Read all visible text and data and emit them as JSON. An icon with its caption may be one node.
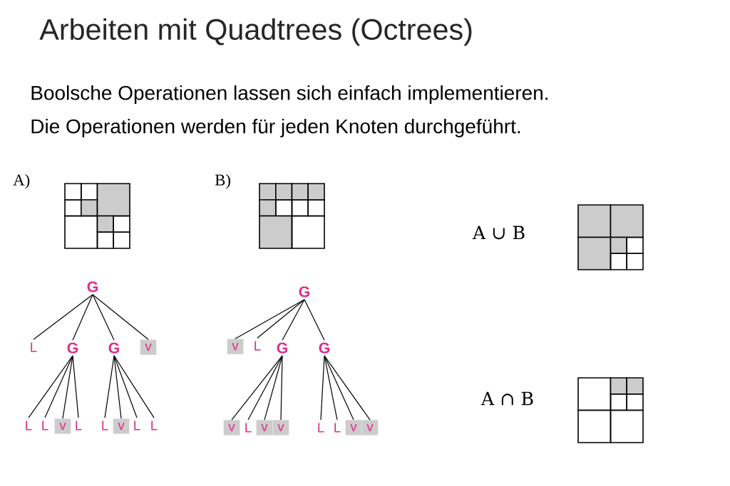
{
  "diagram": {
    "title": "Arbeiten mit Quadtrees (Octrees)",
    "nodes": [
      {
        "text": [
          "G"
        ]
      },
      {
        "text": [
          "L"
        ]
      },
      {
        "text": [
          "G"
        ]
      },
      {
        "text": [
          "G"
        ]
      },
      {
        "text": [
          "v"
        ]
      },
      {
        "text": [
          "L"
        ]
      },
      {
        "text": [
          "L"
        ]
      },
      {
        "text": [
          "v"
        ]
      },
      {
        "text": [
          "L"
        ]
      },
      {
        "text": [
          "L"
        ]
      },
      {
        "text": [
          "v"
        ]
      },
      {
        "text": [
          "L"
        ]
      },
      {
        "text": [
          "L"
        ]
      },
      {
        "text": [
          "G"
        ]
      },
      {
        "text": [
          "v"
        ]
      },
      {
        "text": [
          "L"
        ]
      },
      {
        "text": [
          "G"
        ]
      },
      {
        "text": [
          "G"
        ]
      },
      {
        "text": [
          "v"
        ]
      },
      {
        "text": [
          "L"
        ]
      },
      {
        "text": [
          "v"
        ]
      },
      {
        "text": [
          "v"
        ]
      },
      {
        "text": [
          "L"
        ]
      },
      {
        "text": [
          "L"
        ]
      },
      {
        "text": [
          "v"
        ]
      },
      {
        "text": [
          "v"
        ]
      }
    ],
    "edges": [
      {
        "from": 0,
        "to": 1,
        "arrow": "none"
      },
      {
        "from": 0,
        "to": 2,
        "arrow": "none"
      },
      {
        "from": 0,
        "to": 3,
        "arrow": "none"
      },
      {
        "from": 0,
        "to": 4,
        "arrow": "none"
      },
      {
        "from": 2,
        "to": 5,
        "arrow": "none"
      },
      {
        "from": 2,
        "to": 6,
        "arrow": "none"
      },
      {
        "from": 2,
        "to": 7,
        "arrow": "none"
      },
      {
        "from": 2,
        "to": 8,
        "arrow": "none"
      },
      {
        "from": 3,
        "to": 9,
        "arrow": "none"
      },
      {
        "from": 3,
        "to": 10,
        "arrow": "none"
      },
      {
        "from": 3,
        "to": 11,
        "arrow": "none"
      },
      {
        "from": 3,
        "to": 12,
        "arrow": "none"
      },
      {
        "from": 13,
        "to": 14,
        "arrow": "none"
      },
      {
        "from": 13,
        "to": 15,
        "arrow": "none"
      },
      {
        "from": 13,
        "to": 16,
        "arrow": "none"
      },
      {
        "from": 13,
        "to": 17,
        "arrow": "none"
      },
      {
        "from": 16,
        "to": 18,
        "arrow": "none"
      },
      {
        "from": 16,
        "to": 19,
        "arrow": "none"
      },
      {
        "from": 16,
        "to": 20,
        "arrow": "none"
      },
      {
        "from": 16,
        "to": 21,
        "arrow": "none"
      },
      {
        "from": 17,
        "to": 22,
        "arrow": "none"
      },
      {
        "from": 17,
        "to": 23,
        "arrow": "none"
      },
      {
        "from": 17,
        "to": 24,
        "arrow": "none"
      },
      {
        "from": 17,
        "to": 25,
        "arrow": "none"
      }
    ],
    "labels": [
      "Boolsche Operationen lassen sich einfach implementieren.",
      "Die Operationen werden für jeden Knoten durchgeführt.",
      "A)",
      "B)",
      "A ∪ B",
      "A ∩ B"
    ]
  }
}
